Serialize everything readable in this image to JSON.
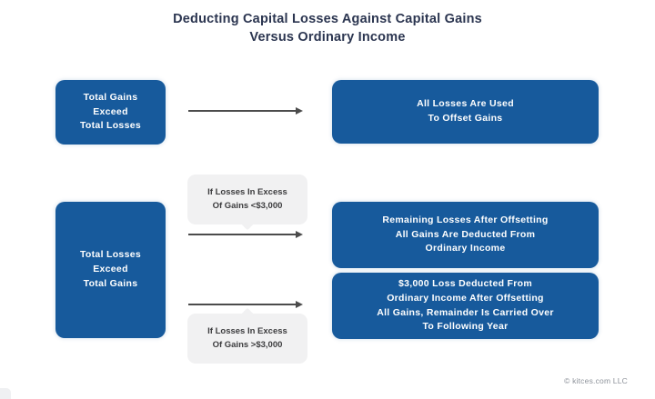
{
  "title": "Deducting Capital Losses Against Capital Gains\nVersus Ordinary Income",
  "diagram": {
    "row1": {
      "left_box": "Total Gains\nExceed\nTotal Losses",
      "right_box": "All Losses Are Used\nTo Offset Gains"
    },
    "row2": {
      "left_box": "Total Losses\nExceed\nTotal Gains",
      "condition_under_3000": "If Losses In Excess\nOf Gains <$3,000",
      "right_box_under_3000": "Remaining Losses After Offsetting\nAll Gains Are Deducted From\nOrdinary Income",
      "condition_over_3000": "If Losses In Excess\nOf Gains >$3,000",
      "right_box_over_3000": "$3,000 Loss Deducted From\nOrdinary Income After Offsetting\nAll Gains, Remainder Is Carried Over\nTo Following Year"
    }
  },
  "footer": {
    "credit": "© kitces.com LLC"
  },
  "colors": {
    "box_blue": "#175a9c",
    "title_navy": "#2b3550",
    "callout_gray": "#f1f1f2",
    "arrow_gray": "#4c4c4c",
    "credit_gray": "#8d929a",
    "background": "#ffffff"
  }
}
